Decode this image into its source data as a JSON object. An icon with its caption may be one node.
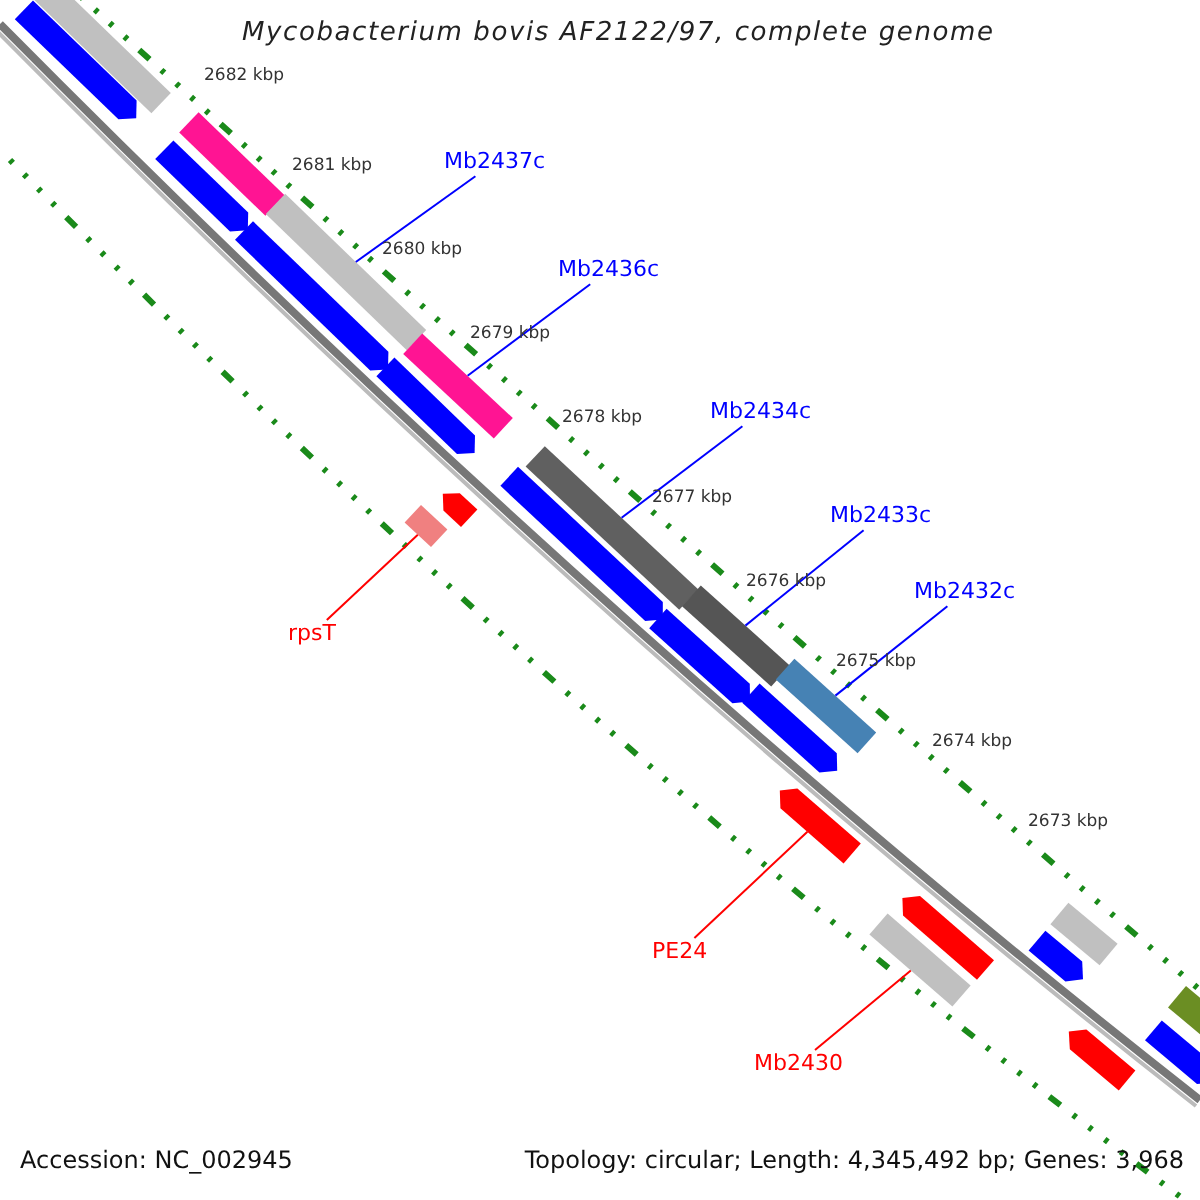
{
  "diagram": {
    "title": "Mycobacterium bovis AF2122/97, complete genome",
    "nodes": [
      {
        "text": [
          "Mb2437c"
        ]
      },
      {
        "text": [
          "Mb2436c"
        ]
      },
      {
        "text": [
          "Mb2434c"
        ]
      },
      {
        "text": [
          "Mb2433c"
        ]
      },
      {
        "text": [
          "Mb2432c"
        ]
      },
      {
        "text": [
          "rpsT"
        ]
      },
      {
        "text": [
          "PE24"
        ]
      },
      {
        "text": [
          "Mb2430"
        ]
      },
      {
        "text": [],
        "shape": "pentagon"
      },
      {
        "text": [],
        "shape": "bar"
      },
      {
        "text": [],
        "shape": "pentagon"
      },
      {
        "text": [],
        "shape": "bar"
      },
      {
        "text": [],
        "shape": "pentagon"
      },
      {
        "text": [],
        "shape": "bar"
      },
      {
        "text": [],
        "shape": "bar"
      },
      {
        "text": [],
        "shape": "pentagon"
      },
      {
        "text": [],
        "shape": "pentagon"
      },
      {
        "text": [],
        "shape": "bar"
      },
      {
        "text": [],
        "shape": "pentagon"
      },
      {
        "text": [],
        "shape": "bar"
      },
      {
        "text": [],
        "shape": "pentagon"
      },
      {
        "text": [],
        "shape": "bar"
      },
      {
        "text": [],
        "shape": "pentagon"
      },
      {
        "text": [],
        "shape": "pentagon"
      },
      {
        "text": [],
        "shape": "bar"
      },
      {
        "text": [],
        "shape": "bar"
      },
      {
        "text": [],
        "shape": "pentagon"
      },
      {
        "text": [],
        "shape": "pentagon"
      },
      {
        "text": [],
        "shape": "bar"
      },
      {
        "text": [],
        "shape": "pentagon"
      },
      {
        "text": [],
        "shape": "pentagon"
      },
      {
        "text": [],
        "shape": "bar"
      }
    ],
    "edges": [
      {
        "from": 0,
        "to": 13,
        "arrow": "none"
      },
      {
        "from": 1,
        "to": 17,
        "arrow": "none"
      },
      {
        "from": 2,
        "to": 19,
        "arrow": "none"
      },
      {
        "from": 3,
        "to": 21,
        "arrow": "none"
      },
      {
        "from": 4,
        "to": 24,
        "arrow": "none"
      },
      {
        "from": 5,
        "to": 14,
        "arrow": "none",
        "color": "#ff0000"
      },
      {
        "from": 6,
        "to": 23,
        "arrow": "none",
        "color": "#ff0000"
      },
      {
        "from": 7,
        "to": 25,
        "arrow": "none",
        "color": "#ff0000"
      }
    ],
    "labels": [
      "2682 kbp",
      "2681 kbp",
      "2680 kbp",
      "2679 kbp",
      "2678 kbp",
      "2677 kbp",
      "2676 kbp",
      "2675 kbp",
      "2674 kbp",
      "2673 kbp",
      "Accession: NC_002945",
      "Topology: circular; Length: 4,345,492 bp; Genes: 3,968"
    ]
  }
}
